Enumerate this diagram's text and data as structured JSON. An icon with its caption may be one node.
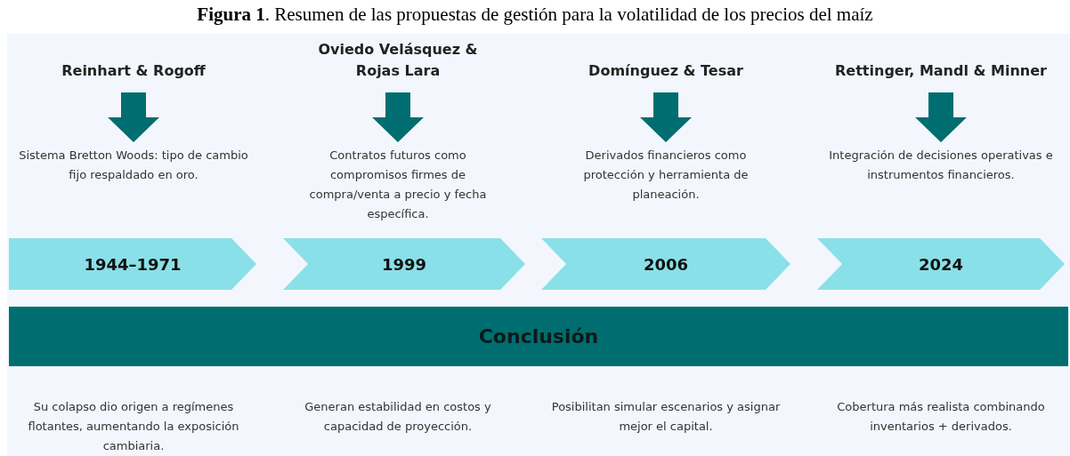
{
  "diagram": {
    "title": "**Figura 1**. Resumen de las propuestas de gestión para la volatilidad de los precios del maíz",
    "nodes": [
      {
        "text": [
          "Reinhart & Rogoff"
        ]
      },
      {
        "text": [
          "Oviedo Velásquez & Rojas Lara"
        ]
      },
      {
        "text": [
          "Domínguez & Tesar"
        ]
      },
      {
        "text": [
          "Rettinger, Mandl & Minner"
        ]
      },
      {
        "text": [
          "Sistema Bretton Woods: tipo de cambio fijo respaldado en oro."
        ]
      },
      {
        "text": [
          "Contratos futuros como compromisos firmes de compra/venta a precio y fecha específica."
        ]
      },
      {
        "text": [
          "Derivados financieros como protección y herramienta de planeación."
        ]
      },
      {
        "text": [
          "Integración de decisiones operativas e instrumentos financieros."
        ]
      },
      {
        "text": [
          "1944–1971"
        ]
      },
      {
        "text": [
          "1999"
        ]
      },
      {
        "text": [
          "2006"
        ]
      },
      {
        "text": [
          "2024"
        ]
      },
      {
        "text": [
          "Conclusión"
        ]
      },
      {
        "text": [
          "Su colapso dio origen a regímenes flotantes, aumentando la exposición cambiaria."
        ]
      },
      {
        "text": [
          "Generan estabilidad en costos y capacidad de proyección."
        ]
      },
      {
        "text": [
          "Posibilitan simular escenarios y asignar mejor el capital."
        ]
      },
      {
        "text": [
          "Cobertura más realista combinando inventarios + derivados."
        ]
      }
    ],
    "edges": [
      {
        "from": 0,
        "to": 4,
        "arrow": "to"
      },
      {
        "from": 1,
        "to": 5,
        "arrow": "to"
      },
      {
        "from": 2,
        "to": 6,
        "arrow": "to"
      },
      {
        "from": 3,
        "to": 7,
        "arrow": "to"
      }
    ]
  }
}
